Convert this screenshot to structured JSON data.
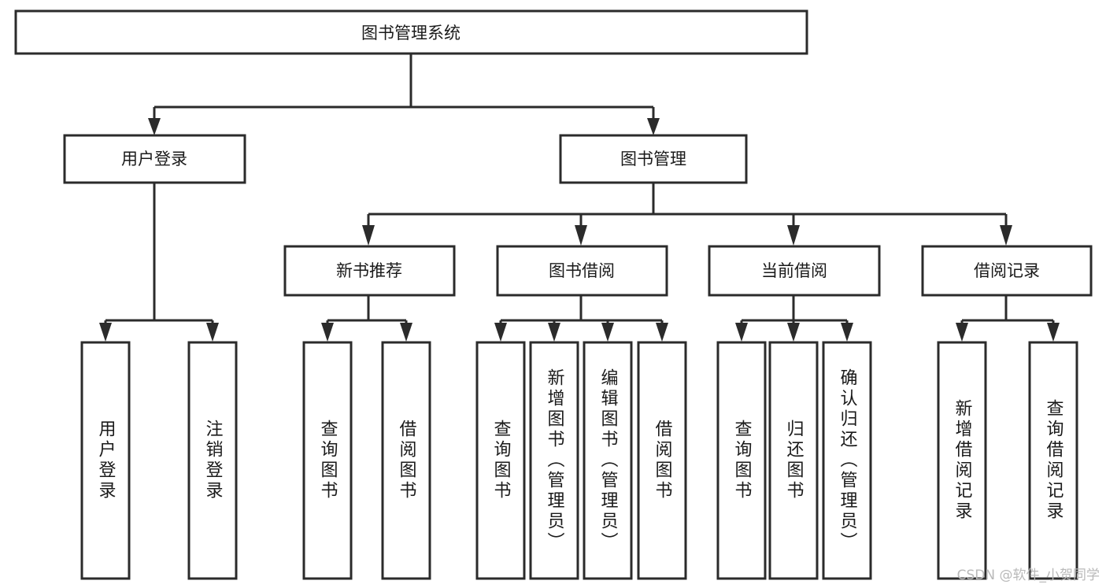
{
  "diagram": {
    "type": "tree",
    "title": "图书管理系统",
    "root": {
      "id": "root",
      "label": "图书管理系统"
    },
    "level2": [
      {
        "id": "user-login",
        "label": "用户登录"
      },
      {
        "id": "book-manage",
        "label": "图书管理"
      }
    ],
    "level3": [
      {
        "id": "new-book-recommend",
        "label": "新书推荐",
        "parent": "book-manage"
      },
      {
        "id": "book-borrow",
        "label": "图书借阅",
        "parent": "book-manage"
      },
      {
        "id": "current-borrow",
        "label": "当前借阅",
        "parent": "book-manage"
      },
      {
        "id": "borrow-record",
        "label": "借阅记录",
        "parent": "book-manage"
      }
    ],
    "leaves": {
      "user-login": [
        {
          "id": "leaf-user-login",
          "label": "用户登录"
        },
        {
          "id": "leaf-logout-login",
          "label": "注销登录"
        }
      ],
      "new-book-recommend": [
        {
          "id": "leaf-query-book-1",
          "label": "查询图书"
        },
        {
          "id": "leaf-borrow-book-1",
          "label": "借阅图书"
        }
      ],
      "book-borrow": [
        {
          "id": "leaf-query-book-2",
          "label": "查询图书"
        },
        {
          "id": "leaf-add-book",
          "label": "新增图书（管理员）"
        },
        {
          "id": "leaf-edit-book",
          "label": "编辑图书（管理员）"
        },
        {
          "id": "leaf-borrow-book-2",
          "label": "借阅图书"
        }
      ],
      "current-borrow": [
        {
          "id": "leaf-query-book-3",
          "label": "查询图书"
        },
        {
          "id": "leaf-return-book",
          "label": "归还图书"
        },
        {
          "id": "leaf-confirm-return",
          "label": "确认归还（管理员）"
        }
      ],
      "borrow-record": [
        {
          "id": "leaf-add-record",
          "label": "新增借阅记录"
        },
        {
          "id": "leaf-query-record",
          "label": "查询借阅记录"
        }
      ]
    }
  },
  "watermark": {
    "text": "CSDN @软件_小贺同学"
  },
  "colors": {
    "stroke": "#2b2b2b",
    "fill": "#ffffff",
    "text": "#1a1a1a",
    "watermark": "#b9b9b9"
  }
}
